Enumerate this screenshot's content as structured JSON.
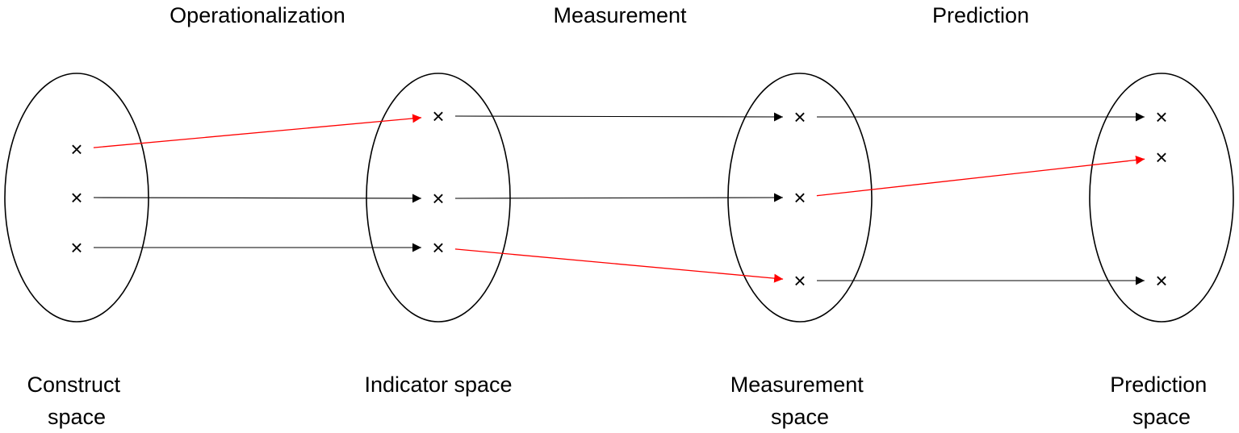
{
  "stages": [
    {
      "id": "operationalization",
      "label": "Operationalization"
    },
    {
      "id": "measurement",
      "label": "Measurement"
    },
    {
      "id": "prediction",
      "label": "Prediction"
    }
  ],
  "spaces": [
    {
      "id": "construct",
      "label_lines": [
        "Construct",
        "space"
      ]
    },
    {
      "id": "indicator",
      "label_lines": [
        "Indicator space"
      ]
    },
    {
      "id": "measurement",
      "label_lines": [
        "Measurement",
        "space"
      ]
    },
    {
      "id": "prediction",
      "label_lines": [
        "Prediction",
        "space"
      ]
    }
  ],
  "point_marker": "×",
  "points": {
    "construct": [
      "c1",
      "c2",
      "c3"
    ],
    "indicator": [
      "i1",
      "i2",
      "i3"
    ],
    "measurement": [
      "m1",
      "m2",
      "m3"
    ],
    "prediction": [
      "p1",
      "p2",
      "p3"
    ]
  },
  "colors": {
    "default_arrow": "#000000",
    "highlight_arrow": "#ff0000"
  },
  "mappings": [
    {
      "from": "c1",
      "to": "i1",
      "highlight": true
    },
    {
      "from": "c2",
      "to": "i2",
      "highlight": false
    },
    {
      "from": "c3",
      "to": "i3",
      "highlight": false
    },
    {
      "from": "i1",
      "to": "m1",
      "highlight": false
    },
    {
      "from": "i2",
      "to": "m2",
      "highlight": false
    },
    {
      "from": "i3",
      "to": "m3",
      "highlight": true
    },
    {
      "from": "m1",
      "to": "p1",
      "highlight": false
    },
    {
      "from": "m2",
      "to": "p2",
      "highlight": true
    },
    {
      "from": "m3",
      "to": "p3",
      "highlight": false
    }
  ]
}
